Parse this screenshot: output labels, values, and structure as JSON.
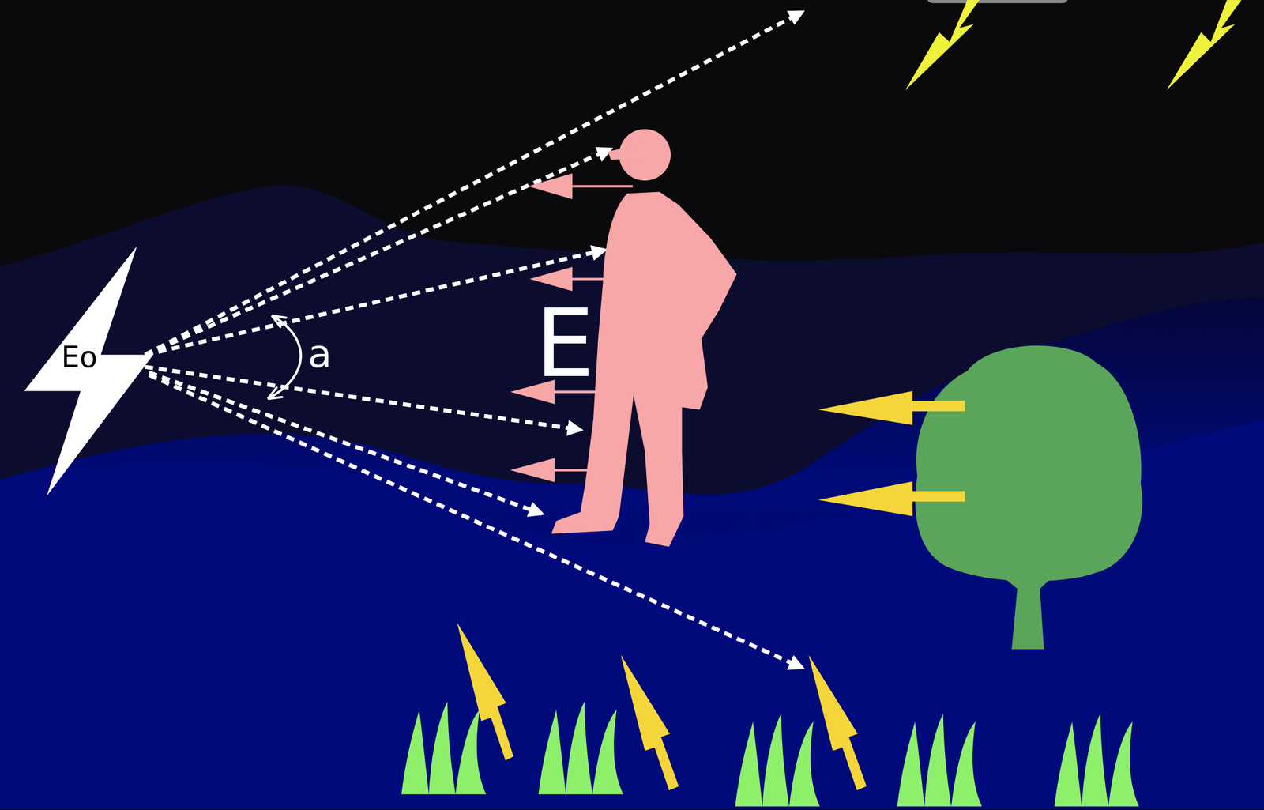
{
  "diagram": {
    "nodes": [
      {
        "text": [
          "Eo"
        ]
      }
    ],
    "edges": [],
    "labels": [
      "a",
      "E"
    ]
  }
}
